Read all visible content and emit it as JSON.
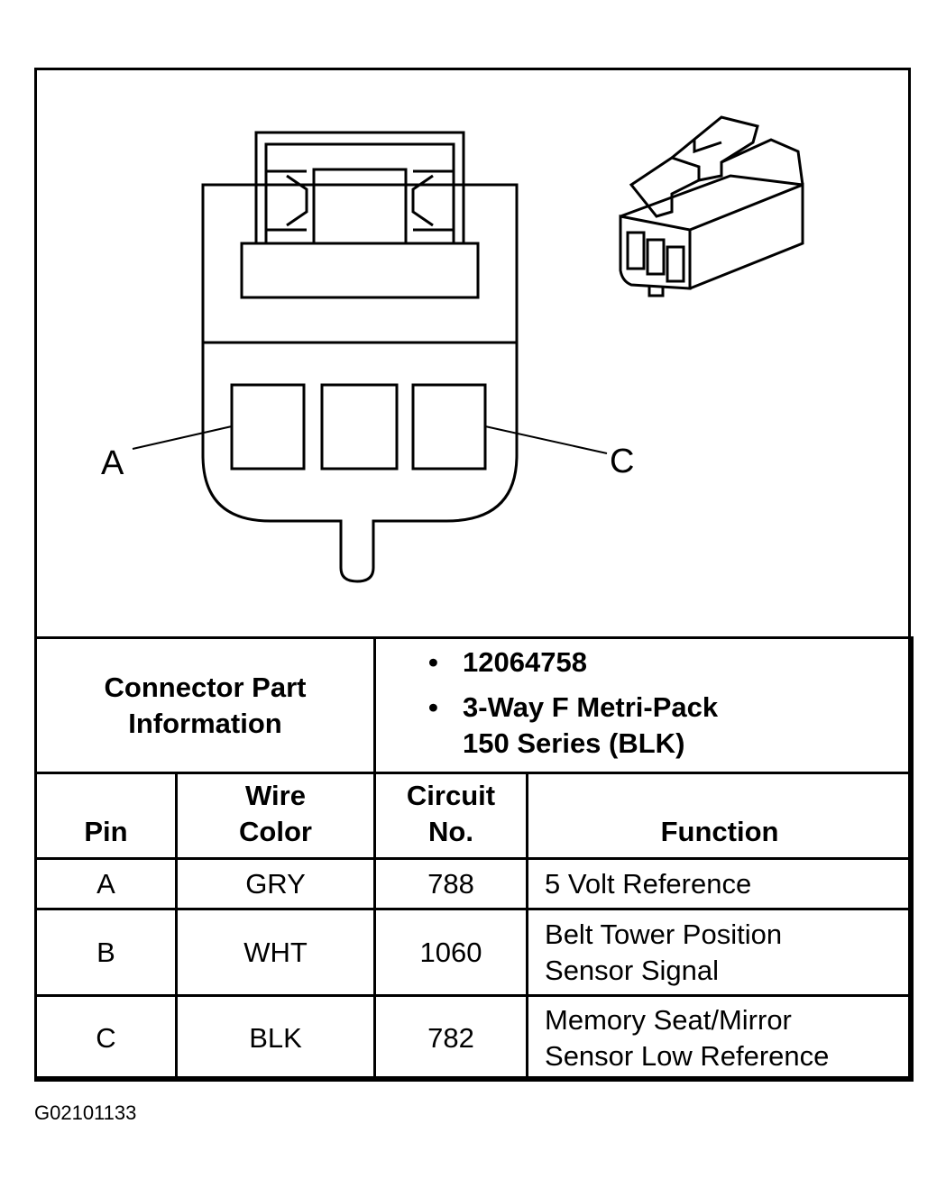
{
  "diagram": {
    "pin_labels": {
      "left": "A",
      "right": "C"
    }
  },
  "connector_part": {
    "title_line1": "Connector Part",
    "title_line2": "Information",
    "items": [
      {
        "line1": "12064758",
        "line2": ""
      },
      {
        "line1": "3-Way F Metri-Pack",
        "line2": "150 Series (BLK)"
      }
    ]
  },
  "pin_table": {
    "headers": {
      "pin": "Pin",
      "wire_color_1": "Wire",
      "wire_color_2": "Color",
      "circuit_1": "Circuit",
      "circuit_2": "No.",
      "function": "Function"
    },
    "rows": [
      {
        "pin": "A",
        "color": "GRY",
        "circuit": "788",
        "function_1": "5 Volt Reference",
        "function_2": ""
      },
      {
        "pin": "B",
        "color": "WHT",
        "circuit": "1060",
        "function_1": "Belt Tower Position",
        "function_2": "Sensor Signal"
      },
      {
        "pin": "C",
        "color": "BLK",
        "circuit": "782",
        "function_1": "Memory Seat/Mirror",
        "function_2": "Sensor Low Reference"
      }
    ]
  },
  "caption": "G02101133"
}
